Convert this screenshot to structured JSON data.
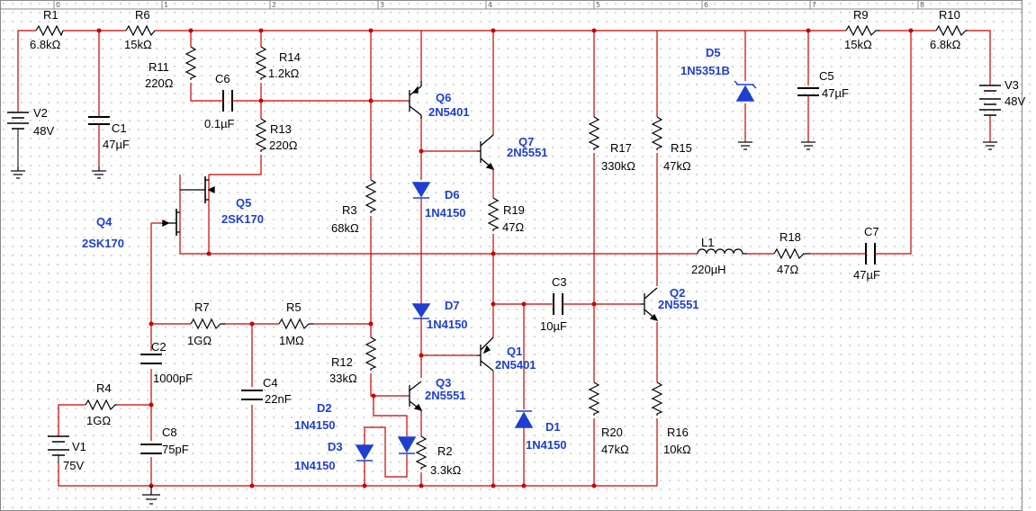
{
  "colors": {
    "wire": "#cc0000",
    "component": "#000000",
    "semiconductor_label": "#1f3fd0",
    "diode": "#1f3fd0",
    "grid_dot": "#9a9a9a"
  },
  "ruler": [
    "0",
    "1",
    "2",
    "3",
    "4",
    "5",
    "6",
    "7",
    "8"
  ],
  "components": {
    "R1": {
      "ref": "R1",
      "value": "6.8kΩ"
    },
    "R6": {
      "ref": "R6",
      "value": "15kΩ"
    },
    "R11": {
      "ref": "R11",
      "value": "220Ω"
    },
    "R14": {
      "ref": "R14",
      "value": "1.2kΩ"
    },
    "C6": {
      "ref": "C6",
      "value": "0.1µF"
    },
    "R13": {
      "ref": "R13",
      "value": "220Ω"
    },
    "V2": {
      "ref": "V2",
      "value": "48V"
    },
    "C1": {
      "ref": "C1",
      "value": "47µF"
    },
    "Q5": {
      "ref": "Q5",
      "value": "2SK170"
    },
    "Q4": {
      "ref": "Q4",
      "value": "2SK170"
    },
    "R3": {
      "ref": "R3",
      "value": "68kΩ"
    },
    "Q6": {
      "ref": "Q6",
      "value": "2N5401"
    },
    "Q7": {
      "ref": "Q7",
      "value": "2N5551"
    },
    "D6": {
      "ref": "D6",
      "value": "1N4150"
    },
    "R19": {
      "ref": "R19",
      "value": "47Ω"
    },
    "R17": {
      "ref": "R17",
      "value": "330kΩ"
    },
    "R15": {
      "ref": "R15",
      "value": "47kΩ"
    },
    "D5": {
      "ref": "D5",
      "value": "1N5351B"
    },
    "C5": {
      "ref": "C5",
      "value": "47µF"
    },
    "R9": {
      "ref": "R9",
      "value": "15kΩ"
    },
    "R10": {
      "ref": "R10",
      "value": "6.8kΩ"
    },
    "V3": {
      "ref": "V3",
      "value": "48V"
    },
    "L1": {
      "ref": "L1",
      "value": "220µH"
    },
    "R18": {
      "ref": "R18",
      "value": "47Ω"
    },
    "C7": {
      "ref": "C7",
      "value": "47µF"
    },
    "C3": {
      "ref": "C3",
      "value": "10µF"
    },
    "Q2": {
      "ref": "Q2",
      "value": "2N5551"
    },
    "R7": {
      "ref": "R7",
      "value": "1GΩ"
    },
    "R5": {
      "ref": "R5",
      "value": "1MΩ"
    },
    "D7": {
      "ref": "D7",
      "value": "1N4150"
    },
    "Q1": {
      "ref": "Q1",
      "value": "2N5401"
    },
    "C2": {
      "ref": "C2",
      "value": "1000pF"
    },
    "R12": {
      "ref": "R12",
      "value": "33kΩ"
    },
    "Q3": {
      "ref": "Q3",
      "value": "2N5551"
    },
    "C4": {
      "ref": "C4",
      "value": "22nF"
    },
    "R4": {
      "ref": "R4",
      "value": "1GΩ"
    },
    "C8": {
      "ref": "C8",
      "value": "75pF"
    },
    "V1": {
      "ref": "V1",
      "value": "75V"
    },
    "D2": {
      "ref": "D2",
      "value": "1N4150"
    },
    "D3": {
      "ref": "D3",
      "value": "1N4150"
    },
    "R2": {
      "ref": "R2",
      "value": "3.3kΩ"
    },
    "D1": {
      "ref": "D1",
      "value": "1N4150"
    },
    "R20": {
      "ref": "R20",
      "value": "47kΩ"
    },
    "R16": {
      "ref": "R16",
      "value": "10kΩ"
    }
  }
}
